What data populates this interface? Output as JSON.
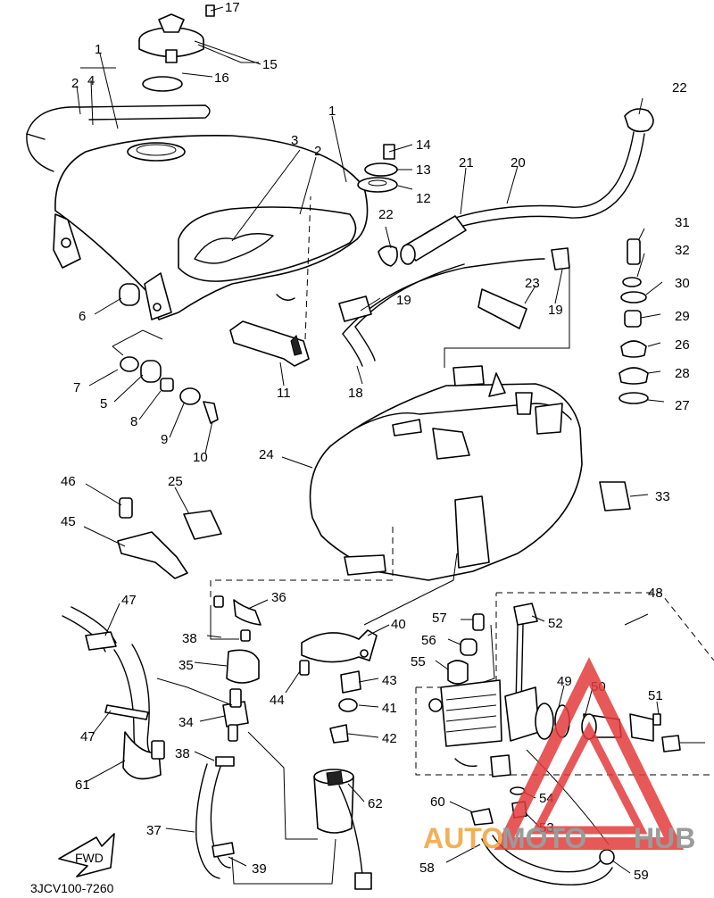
{
  "diagram": {
    "code": "3JCV100-7260",
    "fwd_label": "FWD",
    "labels": {
      "p1a": "1",
      "p4": "4",
      "p2a": "2",
      "p17": "17",
      "p15": "15",
      "p16": "16",
      "p1b": "1",
      "p3": "3",
      "p2b": "2",
      "p14": "14",
      "p13": "13",
      "p12": "12",
      "p21": "21",
      "p20": "20",
      "p22a": "22",
      "p22b": "22",
      "p31": "31",
      "p32": "32",
      "p30": "30",
      "p29": "29",
      "p26": "26",
      "p28": "28",
      "p27": "27",
      "p6": "6",
      "p7": "7",
      "p5": "5",
      "p8": "8",
      "p9": "9",
      "p10": "10",
      "p11": "11",
      "p18": "18",
      "p19a": "19",
      "p19b": "19",
      "p23": "23",
      "p24": "24",
      "p33": "33",
      "p46": "46",
      "p25": "25",
      "p45": "45",
      "p47a": "47",
      "p47b": "47",
      "p36": "36",
      "p38a": "38",
      "p35": "35",
      "p34": "34",
      "p38b": "38",
      "p61": "61",
      "p37": "37",
      "p39": "39",
      "p40": "40",
      "p44": "44",
      "p43": "43",
      "p41": "41",
      "p42": "42",
      "p57": "57",
      "p56": "56",
      "p55": "55",
      "p52": "52",
      "p48": "48",
      "p49": "49",
      "p50": "50",
      "p51": "51",
      "p62": "62",
      "p60": "60",
      "p54": "54",
      "p53": "53",
      "p58": "58",
      "p59": "59"
    }
  },
  "watermark": {
    "text_a": "AUTO",
    "text_b": "MOTO",
    "text_c": "HUB",
    "color_red": "#e33b3b",
    "color_orange": "#f2a23a",
    "color_gray": "#8a8a8a"
  }
}
